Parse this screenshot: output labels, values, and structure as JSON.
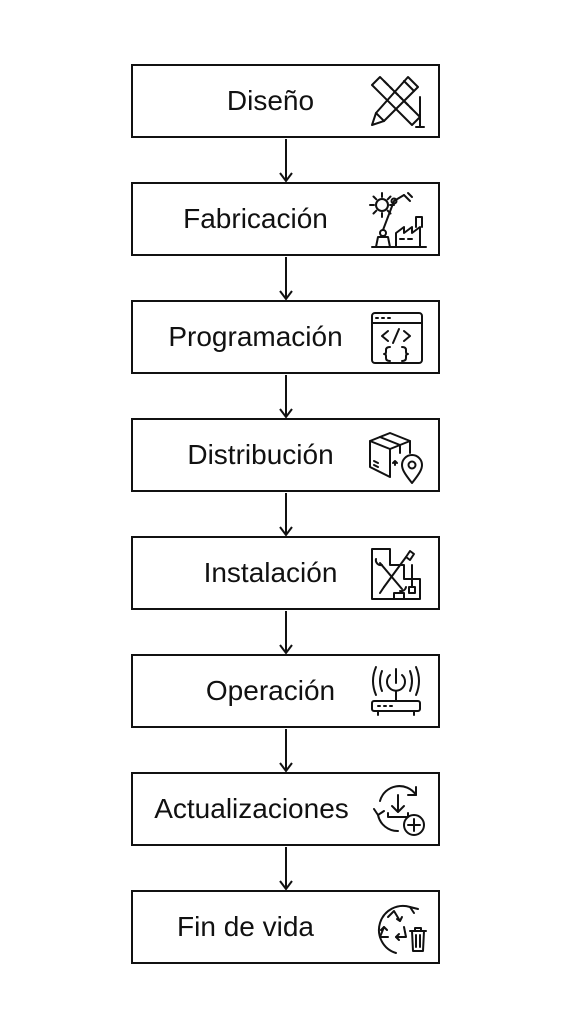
{
  "steps": [
    {
      "label": "Diseño",
      "icon": "pencil-ruler-icon"
    },
    {
      "label": "Fabricación",
      "icon": "factory-robot-arm-icon"
    },
    {
      "label": "Programación",
      "icon": "code-window-icon"
    },
    {
      "label": "Distribución",
      "icon": "package-location-icon"
    },
    {
      "label": "Instalación",
      "icon": "wrench-screwdriver-icon"
    },
    {
      "label": "Operación",
      "icon": "wifi-router-power-icon"
    },
    {
      "label": "Actualizaciones",
      "icon": "download-update-add-icon"
    },
    {
      "label": "Fin de vida",
      "icon": "recycle-trash-icon"
    }
  ],
  "colors": {
    "stroke": "#111111",
    "background": "#ffffff"
  }
}
